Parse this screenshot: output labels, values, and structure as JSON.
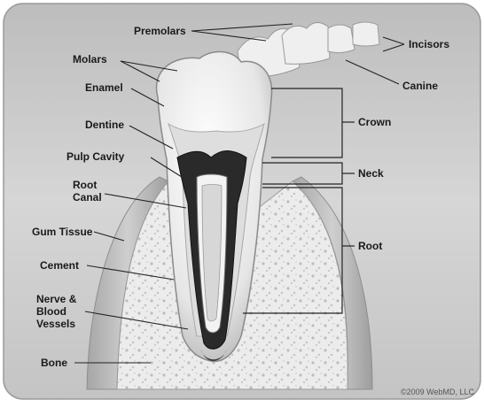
{
  "labels": {
    "premolars": "Premolars",
    "incisors": "Incisors",
    "molars": "Molars",
    "canine": "Canine",
    "enamel": "Enamel",
    "dentine": "Dentine",
    "crown": "Crown",
    "pulp_cavity": "Pulp Cavity",
    "neck": "Neck",
    "root_canal": "Root\nCanal",
    "gum_tissue": "Gum Tissue",
    "root": "Root",
    "cement": "Cement",
    "nerve_blood_vessels": "Nerve &\nBlood\nVessels",
    "bone": "Bone"
  },
  "copyright": "©2009 WebMD, LLC",
  "colors": {
    "frame_bg": "#d9d9d9",
    "tooth_crown": "#f2f2f2",
    "bone": "#e6e6e6",
    "pulp_dark": "#2a2a2a",
    "gum": "#c8c8c8",
    "leader_line": "#222222"
  }
}
